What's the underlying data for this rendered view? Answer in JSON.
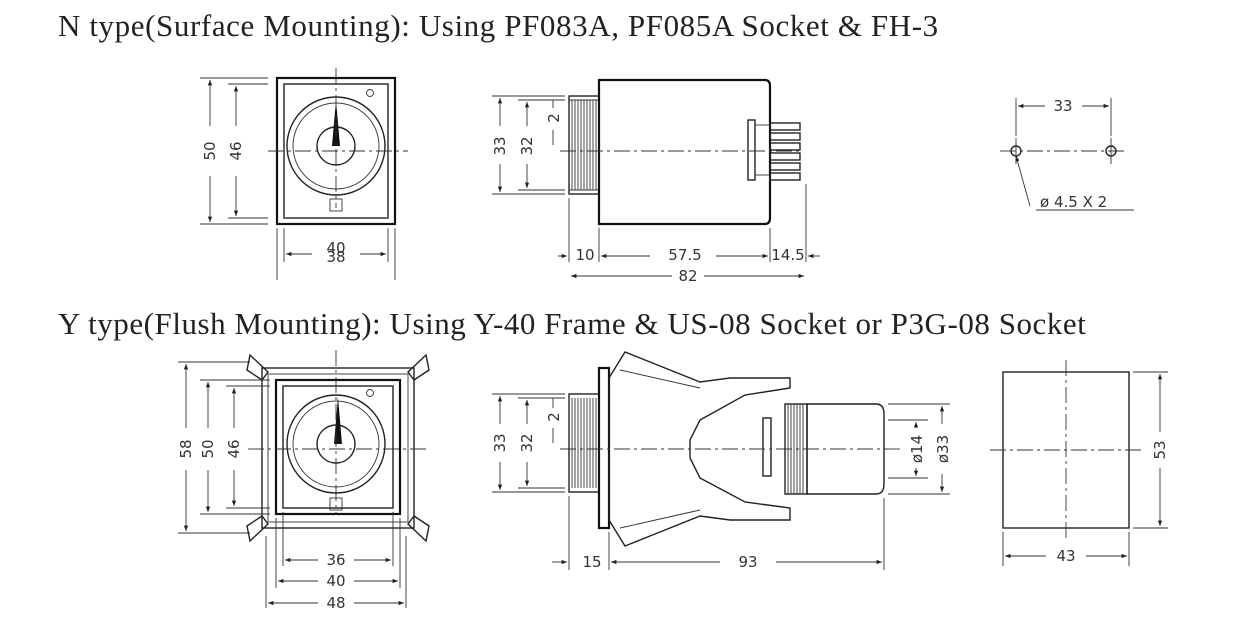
{
  "titles": {
    "n_type": "N type(Surface Mounting): Using PF083A, PF085A Socket & FH-3",
    "y_type": "Y type(Flush Mounting): Using Y-40 Frame & US-08 Socket or P3G-08 Socket"
  },
  "n_type": {
    "front": {
      "height_outer": "50",
      "height_inner": "46",
      "width_outer": "40",
      "width_inner": "38"
    },
    "side": {
      "height_outer": "33",
      "height_inner": "32",
      "knob": "2",
      "front_depth": "10",
      "body": "57.5",
      "pins": "14.5",
      "total": "82"
    },
    "holes": {
      "spacing": "33",
      "hole_spec": "ø 4.5 X 2"
    }
  },
  "y_type": {
    "front": {
      "height_frame": "58",
      "height_outer": "50",
      "height_inner": "46",
      "width_inner": "36",
      "width_outer": "40",
      "width_frame": "48"
    },
    "side": {
      "height_outer": "33",
      "height_inner": "32",
      "knob": "2",
      "front_depth": "15",
      "total": "93",
      "dia_small": "ø14",
      "dia_large": "ø33"
    },
    "cutout": {
      "height": "53",
      "width": "43"
    }
  }
}
